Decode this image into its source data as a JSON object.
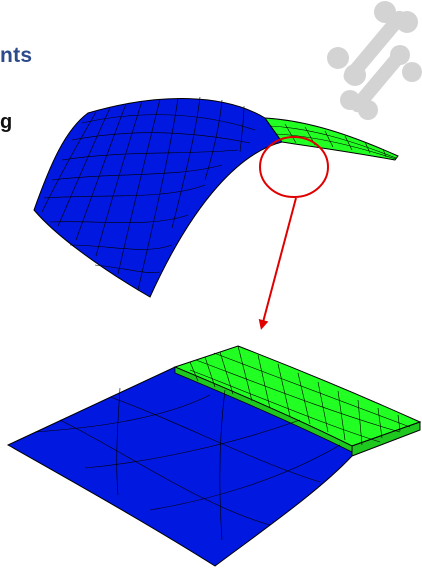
{
  "slide": {
    "title_fragment": "nts",
    "subtitle_fragment": "g"
  },
  "colors": {
    "title": "#2d4a8a",
    "shell_mesh": "#0018e0",
    "solid_mesh": "#22ff22",
    "callout": "#e00000",
    "logo": "#d3d3d3"
  },
  "icons": {
    "logo": "bone-chain-logo-icon"
  },
  "figures": [
    {
      "name": "curved-panel-overview",
      "regions": [
        "shell-mesh",
        "solid-mesh"
      ],
      "has_callout": true
    },
    {
      "name": "zoomed-flat-panel-detail",
      "regions": [
        "shell-mesh",
        "solid-mesh"
      ]
    }
  ]
}
